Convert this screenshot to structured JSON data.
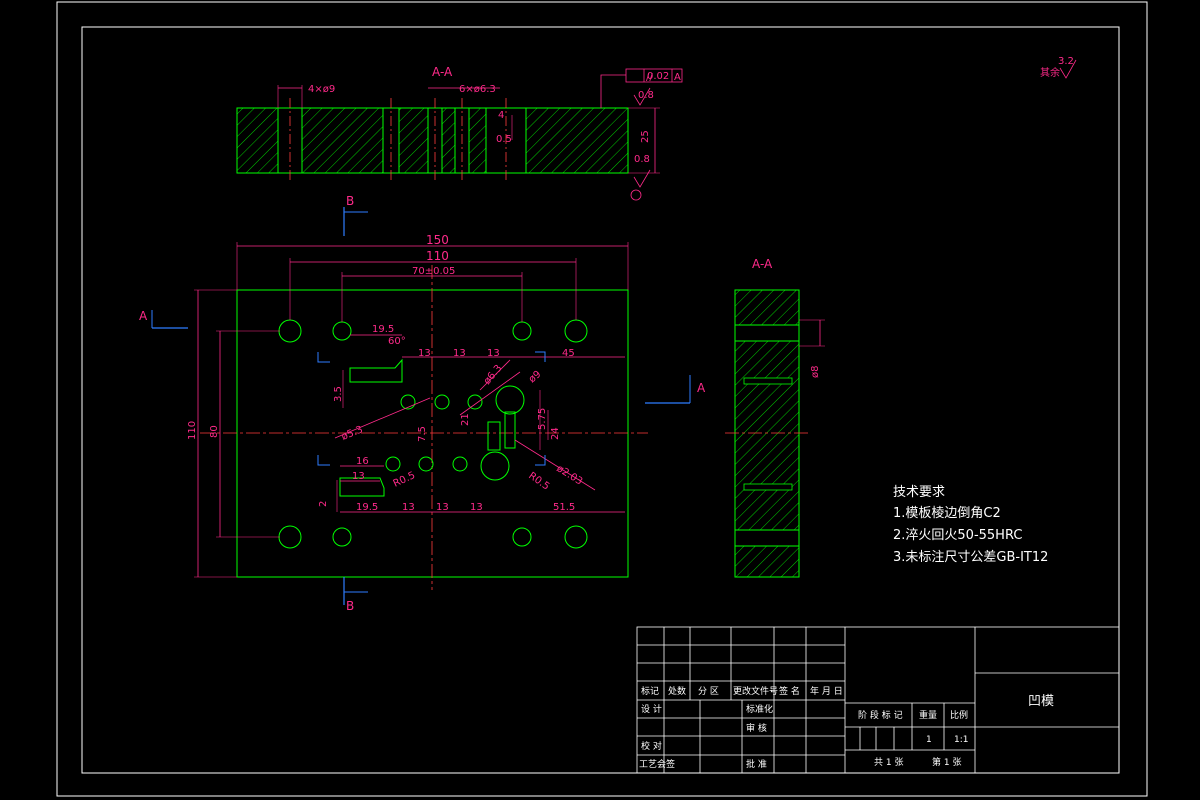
{
  "drawing": {
    "title": "凹模",
    "section_labels": {
      "aa_top": "A-A",
      "aa_side": "A-A",
      "b_top": "B",
      "b_bottom": "B",
      "a_left": "A",
      "a_right": "A"
    },
    "tolerance_frame": {
      "symbol": "//",
      "value": "0.02",
      "datum": "A"
    },
    "roughness": {
      "corner_label": "其余",
      "corner_value": "3.2",
      "top_value": "0.8",
      "bottom_value": "0.8"
    },
    "top_section_dims": {
      "holes_4": "4×ø9",
      "holes_6": "6×ø6.3",
      "thickness": "25",
      "d4": "4",
      "d05": "0.5"
    },
    "main_dims": {
      "width_150": "150",
      "width_110": "110",
      "width_70": "70±0.05",
      "height_110": "110",
      "height_80": "80",
      "d19_5_top": "19.5",
      "angle_60": "60°",
      "d13_a": "13",
      "d13_b": "13",
      "d13_c": "13",
      "d45": "45",
      "d3_5": "3.5",
      "d6_3": "ø6.3",
      "d9": "ø9",
      "d5_75": "5.75",
      "d24": "24",
      "d7_5": "7.5",
      "d21": "21",
      "r0_5_a": "R0.5",
      "r0_5_b": "R0.5",
      "diag_left": "ø5.3",
      "diag_right": "ø2.03",
      "d16": "16",
      "d13_left": "13",
      "d2": "2",
      "d19_5_bot": "19.5",
      "d13_bot_a": "13",
      "d13_bot_b": "13",
      "d13_bot_c": "13",
      "d51_5": "51.5",
      "side_d8": "ø8"
    },
    "tech_requirements": {
      "heading": "技术要求",
      "items": [
        "1.模板棱边倒角C2",
        "2.淬火回火50-55HRC",
        "3.未标注尺寸公差GB-IT12"
      ]
    },
    "title_block": {
      "headers": [
        "标记",
        "处数",
        "分 区",
        "更改文件号",
        "签 名",
        "年 月 日"
      ],
      "design": "设 计",
      "standardize": "标准化",
      "review": "审 核",
      "check": "校 对",
      "process": "工艺会签",
      "approve": "批 准",
      "stage_mark": "阶 段 标 记",
      "weight": "重量",
      "scale": "比例",
      "weight_value": "1",
      "scale_value": "1:1",
      "sheets_total": "共 1 张",
      "sheet_no": "第 1 张"
    },
    "colors": {
      "outline": "#00ff00",
      "dimension": "#ff2a8a",
      "text": "#ffffff",
      "centerline": "#ff3b3b",
      "section": "#2e7dff"
    }
  }
}
